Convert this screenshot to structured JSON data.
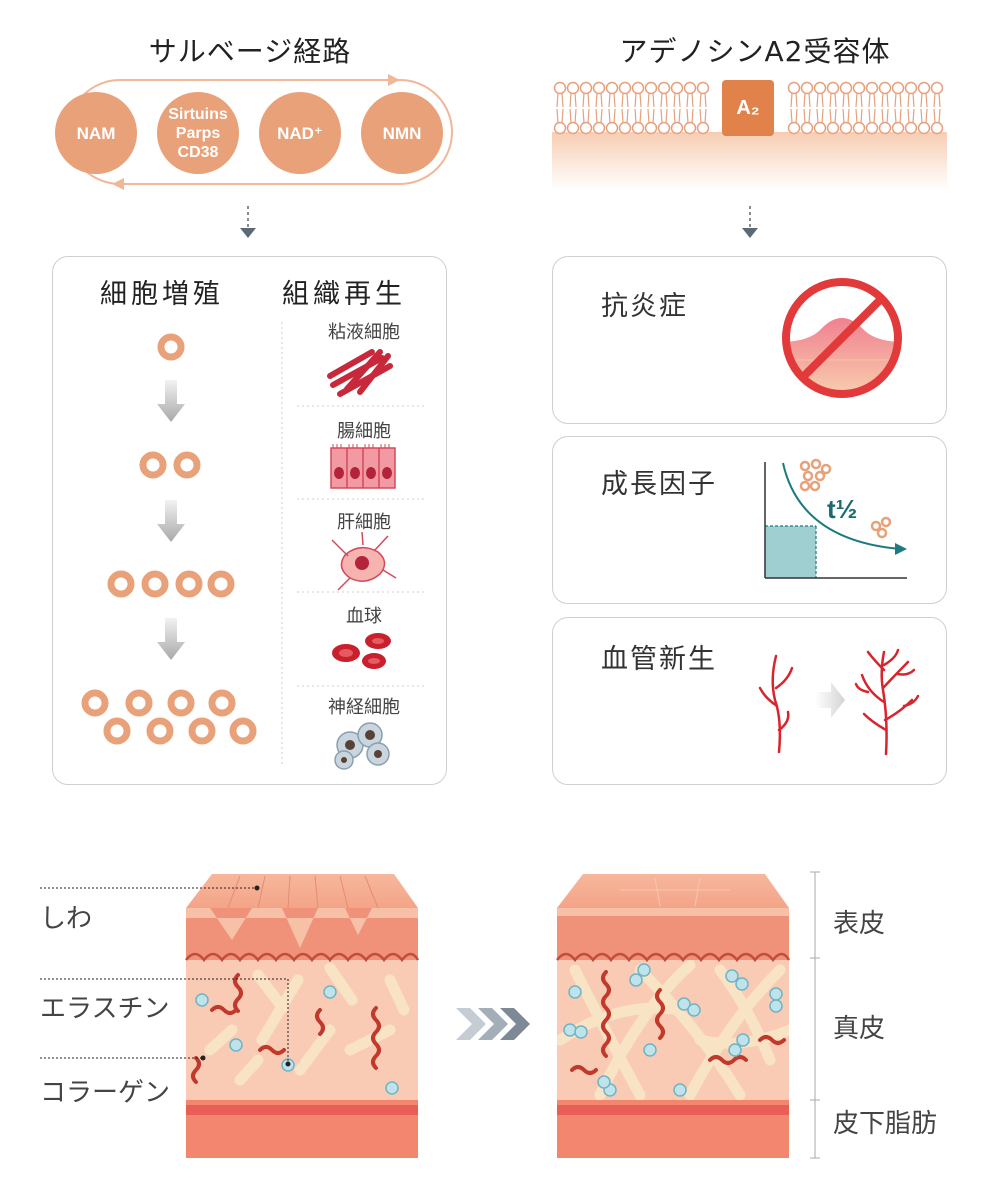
{
  "salvage": {
    "title": "サルベージ経路",
    "nodes": [
      {
        "label": "NAM"
      },
      {
        "label": "Sirtuins\nParps\nCD38"
      },
      {
        "label": "NAD⁺"
      },
      {
        "label": "NMN"
      }
    ]
  },
  "adenosine": {
    "title": "アデノシンA2受容体",
    "receptor_label": "A₂"
  },
  "left_panel": {
    "proliferation_heading": "細胞増殖",
    "regeneration_heading": "組織再生",
    "cells": [
      "粘液細胞",
      "腸細胞",
      "肝細胞",
      "血球",
      "神経細胞"
    ]
  },
  "right_panels": [
    {
      "label": "抗炎症"
    },
    {
      "label": "成長因子",
      "half_life": "t½"
    },
    {
      "label": "血管新生"
    }
  ],
  "skin": {
    "left_labels": [
      "しわ",
      "エラスチン",
      "コラーゲン"
    ],
    "right_labels": [
      "表皮",
      "真皮",
      "皮下脂肪"
    ]
  },
  "colors": {
    "accent": "#e8a178",
    "receptor": "#e0824a",
    "inflame_red": "#e23a3a",
    "teal": "#1c7a80",
    "vessel": "#d8252d"
  }
}
